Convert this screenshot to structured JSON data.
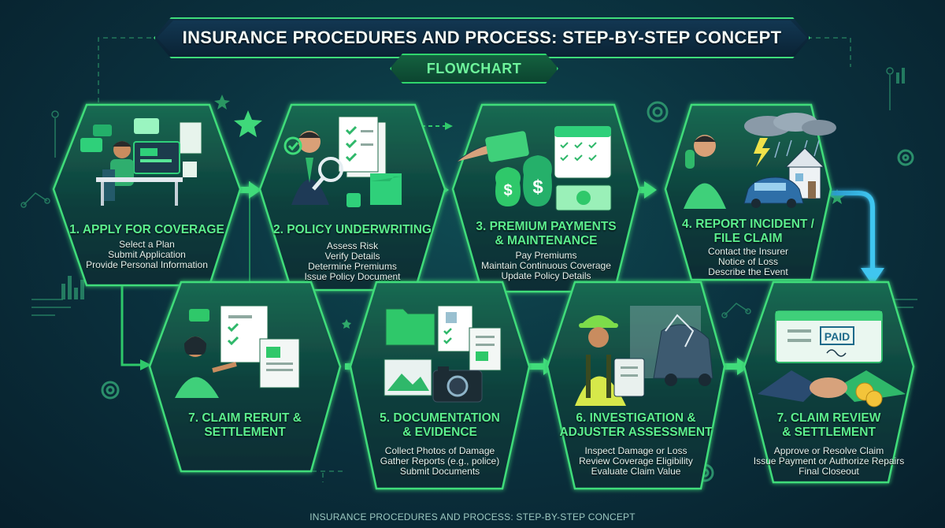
{
  "header": {
    "title": "INSURANCE PROCEDURES AND PROCESS: STEP-BY-STEP CONCEPT",
    "subtitle": "FLOWCHART"
  },
  "steps": [
    {
      "title_lines": [
        "1. APPLY FOR COVERAGE"
      ],
      "items": [
        "Select a Plan",
        "Submit Application",
        "Provide Personal Information"
      ]
    },
    {
      "title_lines": [
        "2. POLICY UNDERWRITING"
      ],
      "items": [
        "Assess Risk",
        "Verify Details",
        "Determine Premiums",
        "Issue Policy Document"
      ]
    },
    {
      "title_lines": [
        "3. PREMIUM PAYMENTS",
        "& MAINTENANCE"
      ],
      "items": [
        "Pay Premiums",
        "Maintain Continuous Coverage",
        "Update Policy Details"
      ]
    },
    {
      "title_lines": [
        "4. REPORT INCIDENT /",
        "FILE CLAIM"
      ],
      "items": [
        "Contact the Insurer",
        "Notice of Loss",
        "Describe the Event"
      ]
    },
    {
      "title_lines": [
        "7. CLAIM RERUIT &",
        "SETTLEMENT"
      ],
      "items": []
    },
    {
      "title_lines": [
        "5. DOCUMENTATION",
        "& EVIDENCE"
      ],
      "items": [
        "Collect Photos of Damage",
        "Gather Reports (e.g., police)",
        "Submit Documents"
      ]
    },
    {
      "title_lines": [
        "6. INVESTIGATION &",
        "ADJUSTER ASSESSMENT"
      ],
      "items": [
        "Inspect Damage or Loss",
        "Review Coverage Eligibility",
        "Evaluate Claim Value"
      ]
    },
    {
      "title_lines": [
        "7. CLAIM REVIEW",
        "& SETTLEMENT"
      ],
      "items": [
        "Approve or Resolve Claim",
        "Issue Payment or Authorize Repairs",
        "Final Closeout"
      ]
    }
  ],
  "illustrations": {
    "paid_stamp": "PAID"
  },
  "footer": "INSURANCE PROCEDURES AND PROCESS: STEP-BY-STEP CONCEPT",
  "colors": {
    "accent_green": "#3fdc7a",
    "label_green": "#5cf08f",
    "background": "#0b3340",
    "arrow_blue": "#2fb8e6"
  }
}
